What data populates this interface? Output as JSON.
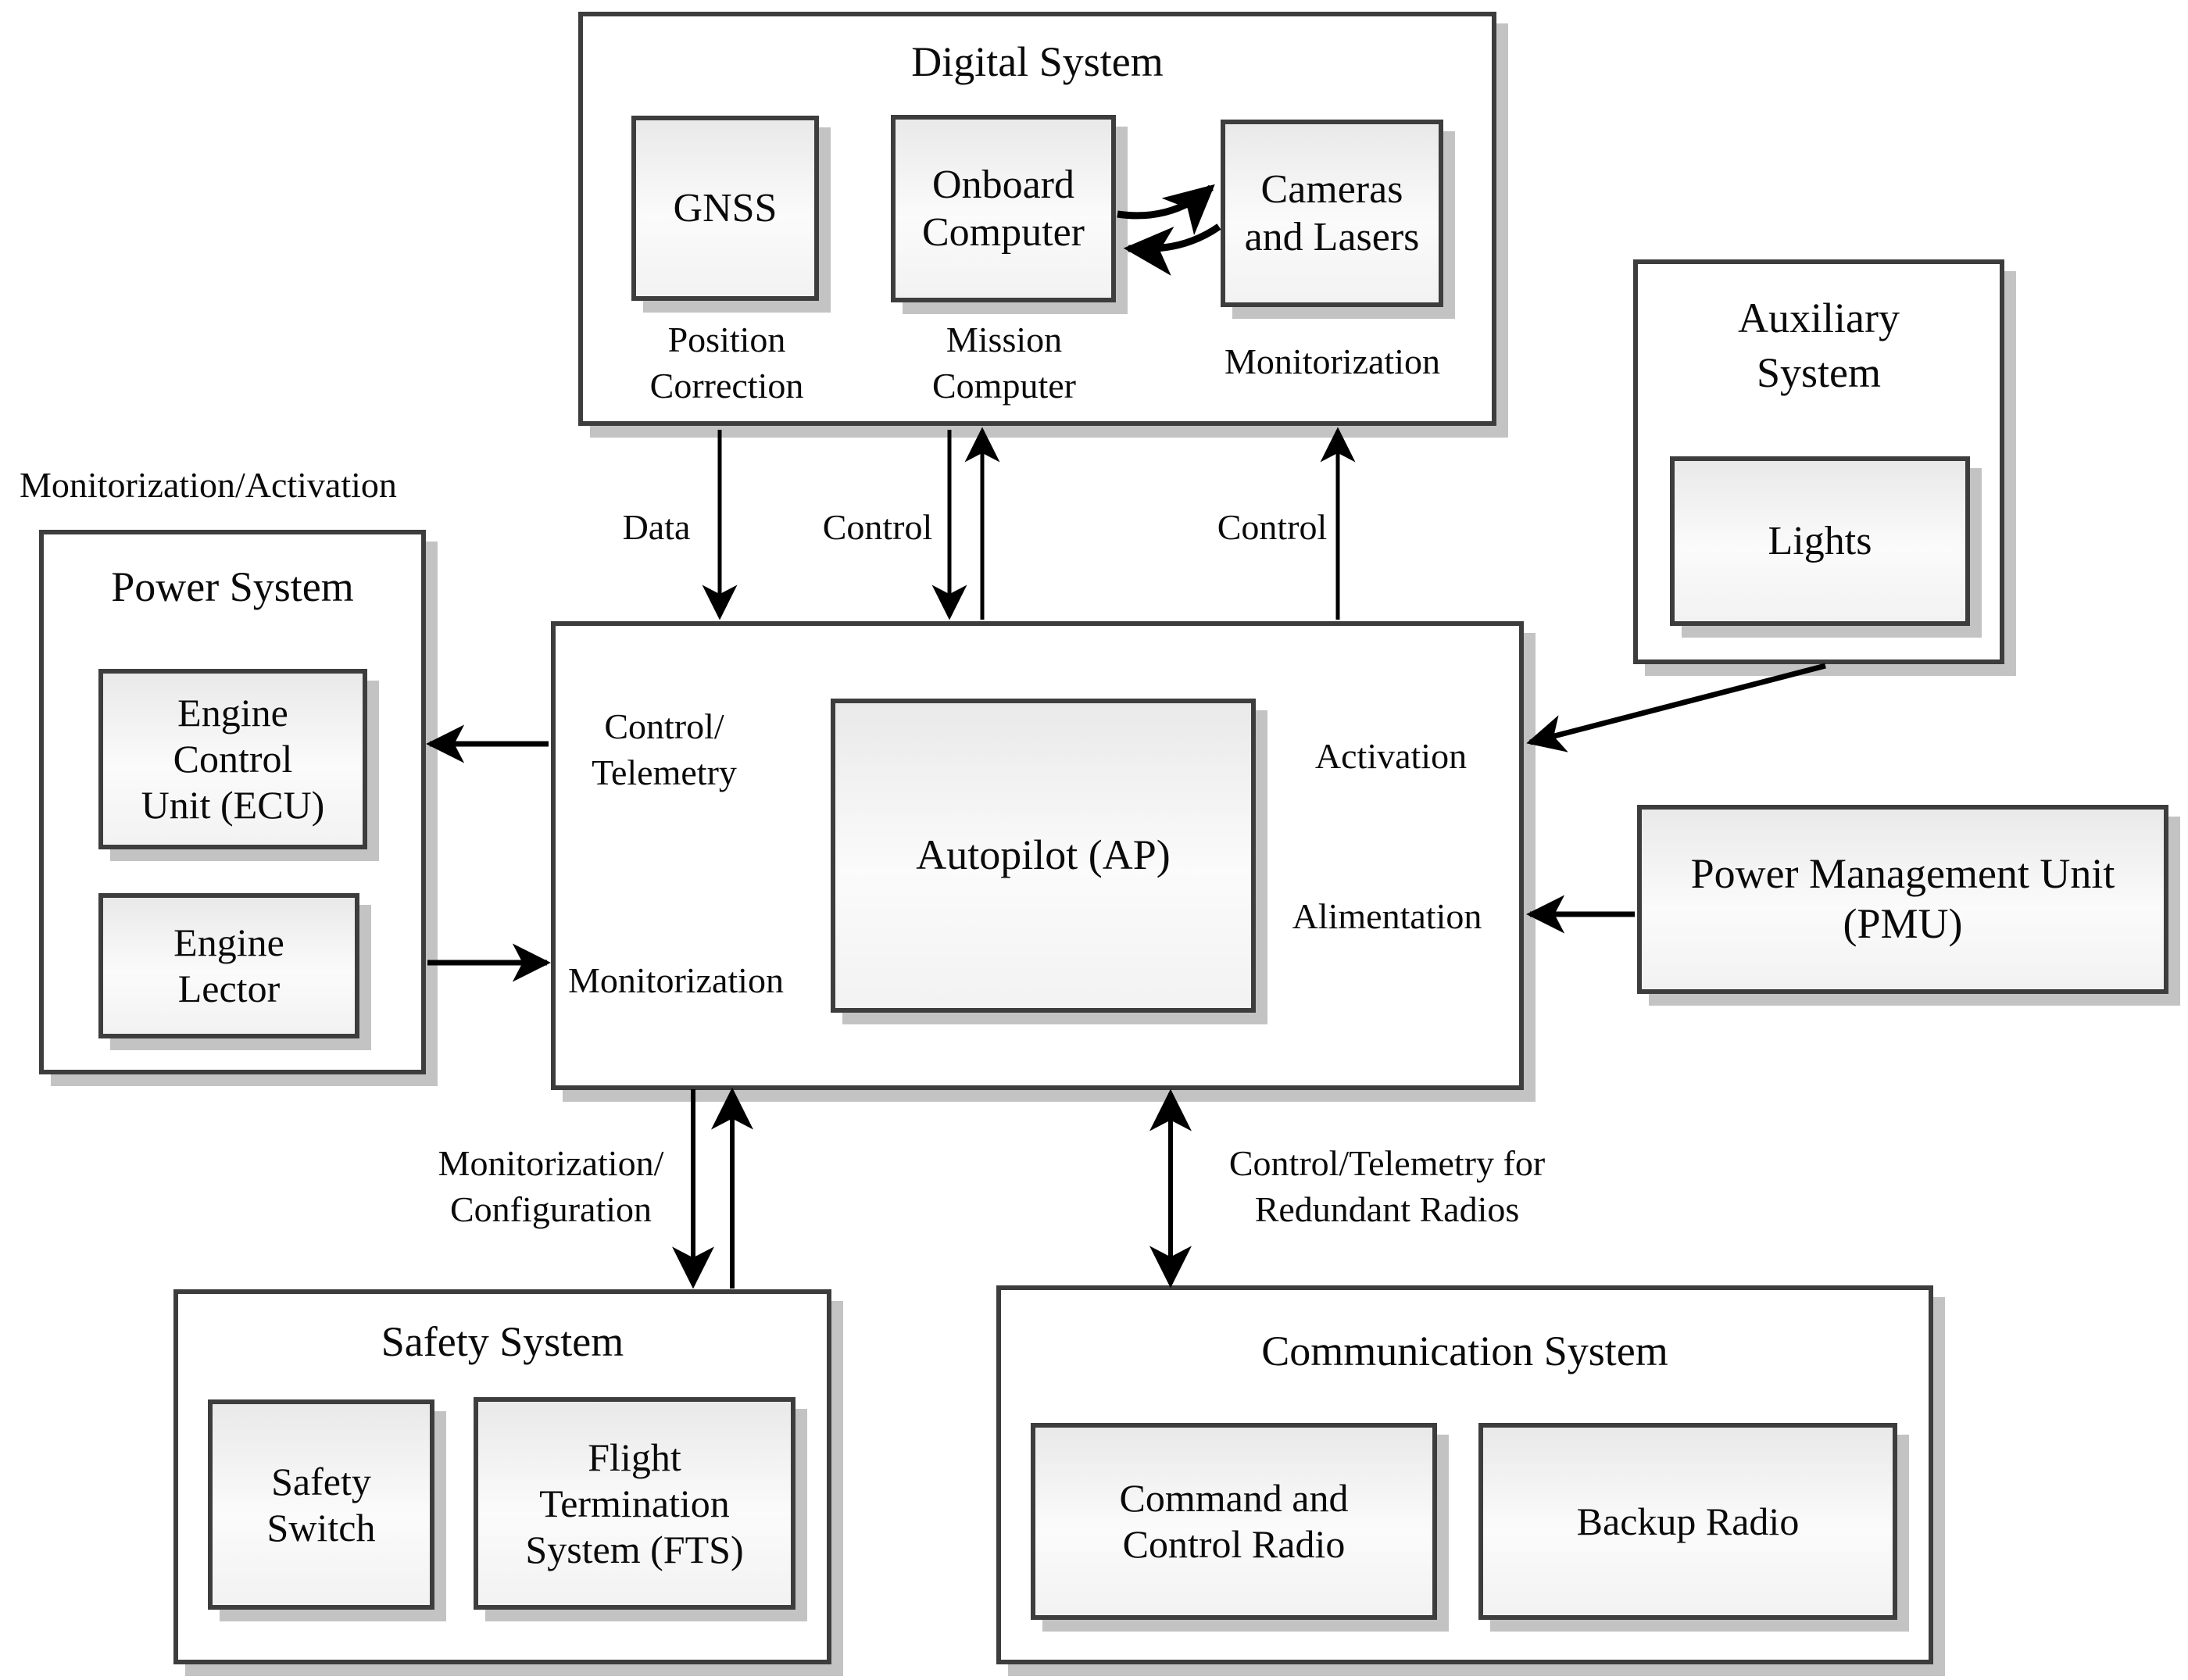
{
  "diagram": {
    "digital": {
      "title": "Digital System",
      "gnss": "GNSS",
      "gnss_caption": "Position\nCorrection",
      "onboard": "Onboard\nComputer",
      "onboard_caption": "Mission\nComputer",
      "cameras": "Cameras\nand Lasers",
      "cameras_caption": "Monitorization"
    },
    "auxiliary": {
      "title": "Auxiliary\nSystem",
      "lights": "Lights"
    },
    "power": {
      "caption_above": "Monitorization/Activation",
      "title": "Power System",
      "ecu": "Engine\nControl\nUnit (ECU)",
      "lector": "Engine\nLector"
    },
    "autopilot": {
      "control_telemetry": "Control/\nTelemetry",
      "monitorization": "Monitorization",
      "activation": "Activation",
      "alimentation": "Alimentation",
      "ap": "Autopilot (AP)"
    },
    "pmu": {
      "title": "Power Management Unit\n(PMU)"
    },
    "safety": {
      "caption_above": "Monitorization/\nConfiguration",
      "title": "Safety System",
      "switch": "Safety\nSwitch",
      "fts": "Flight\nTermination\nSystem (FTS)"
    },
    "communication": {
      "caption_above": "Control/Telemetry for\nRedundant Radios",
      "title": "Communication System",
      "ccr": "Command and\nControl Radio",
      "backup": "Backup Radio"
    },
    "arrow_labels": {
      "data": "Data",
      "control_left": "Control",
      "control_right": "Control"
    },
    "colors": {
      "border": "#3d3d3d",
      "shadow": "#c3c3c3",
      "text": "#0a0a0a",
      "background": "#ffffff",
      "arrow": "#000000",
      "box_fill_top": "#e9e9e9",
      "box_fill_mid": "#fbfbfb",
      "box_fill_bottom": "#f2f2f2"
    }
  }
}
